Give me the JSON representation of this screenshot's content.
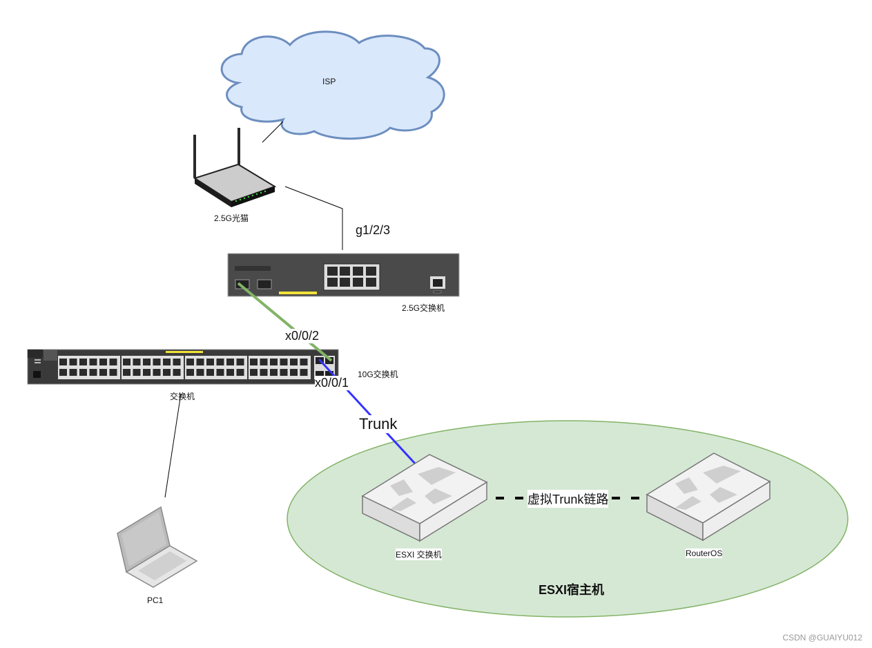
{
  "diagram": {
    "nodes": {
      "isp": {
        "label": "ISP",
        "icon": "cloud-icon"
      },
      "modem": {
        "label": "2.5G光猫",
        "icon": "wireless-router-icon"
      },
      "switch_25g": {
        "label": "2.5G交换机",
        "icon": "switch-icon"
      },
      "switch_main": {
        "label": "交换机",
        "icon": "rack-switch-icon"
      },
      "switch_10g_label": "10G交换机",
      "pc": {
        "label": "PC1",
        "icon": "laptop-icon"
      },
      "esxi_switch": {
        "label": "ESXI 交换机",
        "icon": "router-icon"
      },
      "routeros": {
        "label": "RouterOS",
        "icon": "router-icon"
      },
      "esxi_host": {
        "label": "ESXI宿主机"
      }
    },
    "links": {
      "modem_to_switch_port": "g1/2/3",
      "green_port": "x0/0/2",
      "blue_port": "x0/0/1",
      "trunk": "Trunk",
      "virtual_trunk": "虚拟Trunk链路"
    },
    "colors": {
      "cloud_fill": "#dae8fc",
      "cloud_stroke": "#6c8ebf",
      "host_fill": "#d5e8d4",
      "host_stroke": "#82b366",
      "green_link": "#82b366",
      "blue_link": "#3333ff",
      "switch_body": "#4a4a4a",
      "accent_yellow": "#f2e33a"
    }
  },
  "watermark": "CSDN @GUAIYU012"
}
